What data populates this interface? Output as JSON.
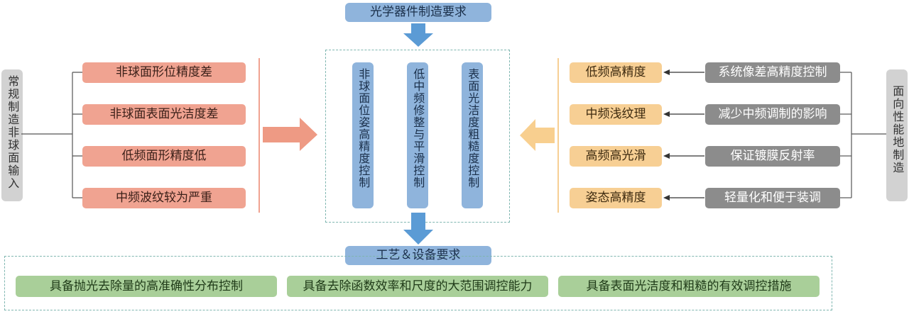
{
  "top_title": "光学器件制造要求",
  "bottom_title": "工艺＆设备要求",
  "left_side_label": "常规制造非球面输入",
  "right_side_label": "面向性能地制造",
  "left_issues": [
    "非球面形位精度差",
    "非球面表面光洁度差",
    "低频面形精度低",
    "中频波纹较为严重"
  ],
  "center_columns": [
    "非球面位姿高精度控制",
    "低中频修整与平滑控制",
    "表面光洁度粗糙度控制"
  ],
  "right_targets": [
    "低频高精度",
    "中频浅纹理",
    "高频高光滑",
    "姿态高精度"
  ],
  "right_requirements": [
    "系统像差高精度控制",
    "减少中频调制的影响",
    "保证镀膜反射率",
    "轻量化和便于装调"
  ],
  "capabilities": [
    "具备抛光去除量的高准确性分布控制",
    "具备去除函数效率和尺度的大范围调控能力",
    "具备表面光洁度和粗糙的有效调控措施"
  ],
  "colors": {
    "blue": "#8fb4dc",
    "salmon": "#f0a391",
    "orange": "#f7cf94",
    "gray": "#8c8c8c",
    "green": "#a9cf99",
    "arrow_blue": "#5b9bd5",
    "arrow_salmon": "#ee9a84",
    "arrow_orange": "#f8cf8f"
  }
}
